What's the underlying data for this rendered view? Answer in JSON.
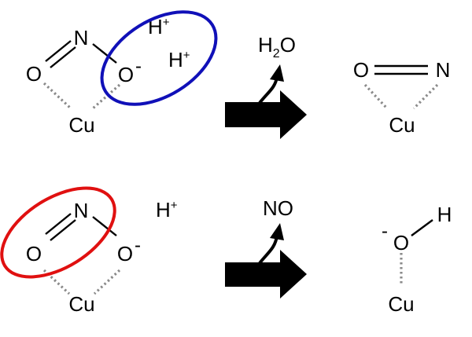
{
  "colors": {
    "blue": "#1010b8",
    "red": "#e01010",
    "black": "#000000",
    "coord_gray": "#8a8a8a"
  },
  "top": {
    "n": "N",
    "o_left": "O",
    "o_right": "O",
    "o_right_charge": "-",
    "h1": "H",
    "h1_charge": "+",
    "h2": "H",
    "h2_charge": "+",
    "cu": "Cu",
    "product_h": "H",
    "product_sub": "2",
    "product_o": "O",
    "result_o": "O",
    "result_n": "N",
    "result_cu": "Cu"
  },
  "bottom": {
    "n": "N",
    "o_left": "O",
    "o_right": "O",
    "o_right_charge": "-",
    "h": "H",
    "h_charge": "+",
    "cu": "Cu",
    "product": "NO",
    "result_charge": "-",
    "result_o": "O",
    "result_h": "H",
    "result_cu": "Cu"
  }
}
